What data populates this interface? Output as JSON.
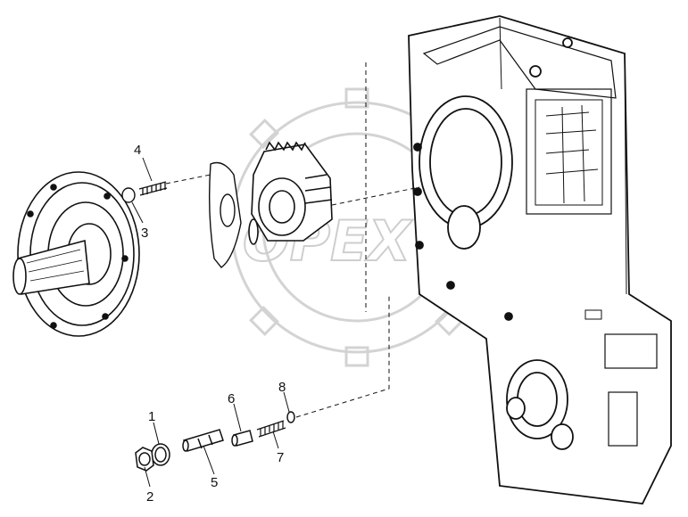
{
  "watermark": {
    "text": "OPEX"
  },
  "callouts": [
    {
      "id": "1",
      "label": "1"
    },
    {
      "id": "2",
      "label": "2"
    },
    {
      "id": "3",
      "label": "3"
    },
    {
      "id": "4",
      "label": "4"
    },
    {
      "id": "5",
      "label": "5"
    },
    {
      "id": "6",
      "label": "6"
    },
    {
      "id": "7",
      "label": "7"
    },
    {
      "id": "8",
      "label": "8"
    }
  ]
}
